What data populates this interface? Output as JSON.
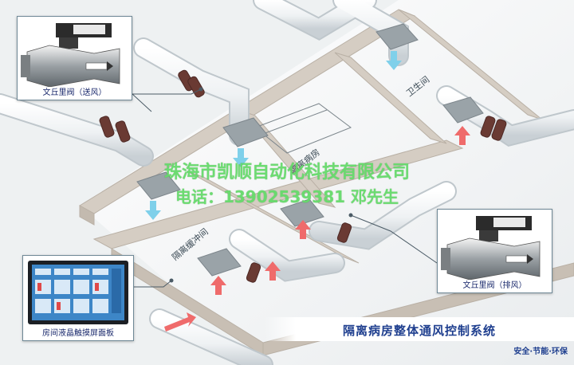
{
  "watermark": {
    "company": "珠海市凯顺自动化科技有限公司",
    "phone": "电话：13902539381  邓先生"
  },
  "callouts": {
    "supply_valve": "文丘里阀（送风）",
    "exhaust_valve": "文丘里阀（排风）",
    "touch_panel": "房间液晶触摸屏面板"
  },
  "rooms": {
    "bathroom": "卫生间",
    "ward": "隔离病房",
    "buffer": "隔离缓冲间"
  },
  "banner": {
    "title": "隔离病房整体通风控制系统",
    "slogan": "安全·节能·环保"
  },
  "colors": {
    "watermark": "#68de6e",
    "banner_text": "#1f3f8f",
    "caption_text": "#1b2a6d",
    "duct": "#f3f5f6",
    "valve": "#6a3a33",
    "supply_arrow": "#7fd0ea",
    "exhaust_arrow": "#ef6b6b",
    "wall": "#cfc7bd"
  }
}
